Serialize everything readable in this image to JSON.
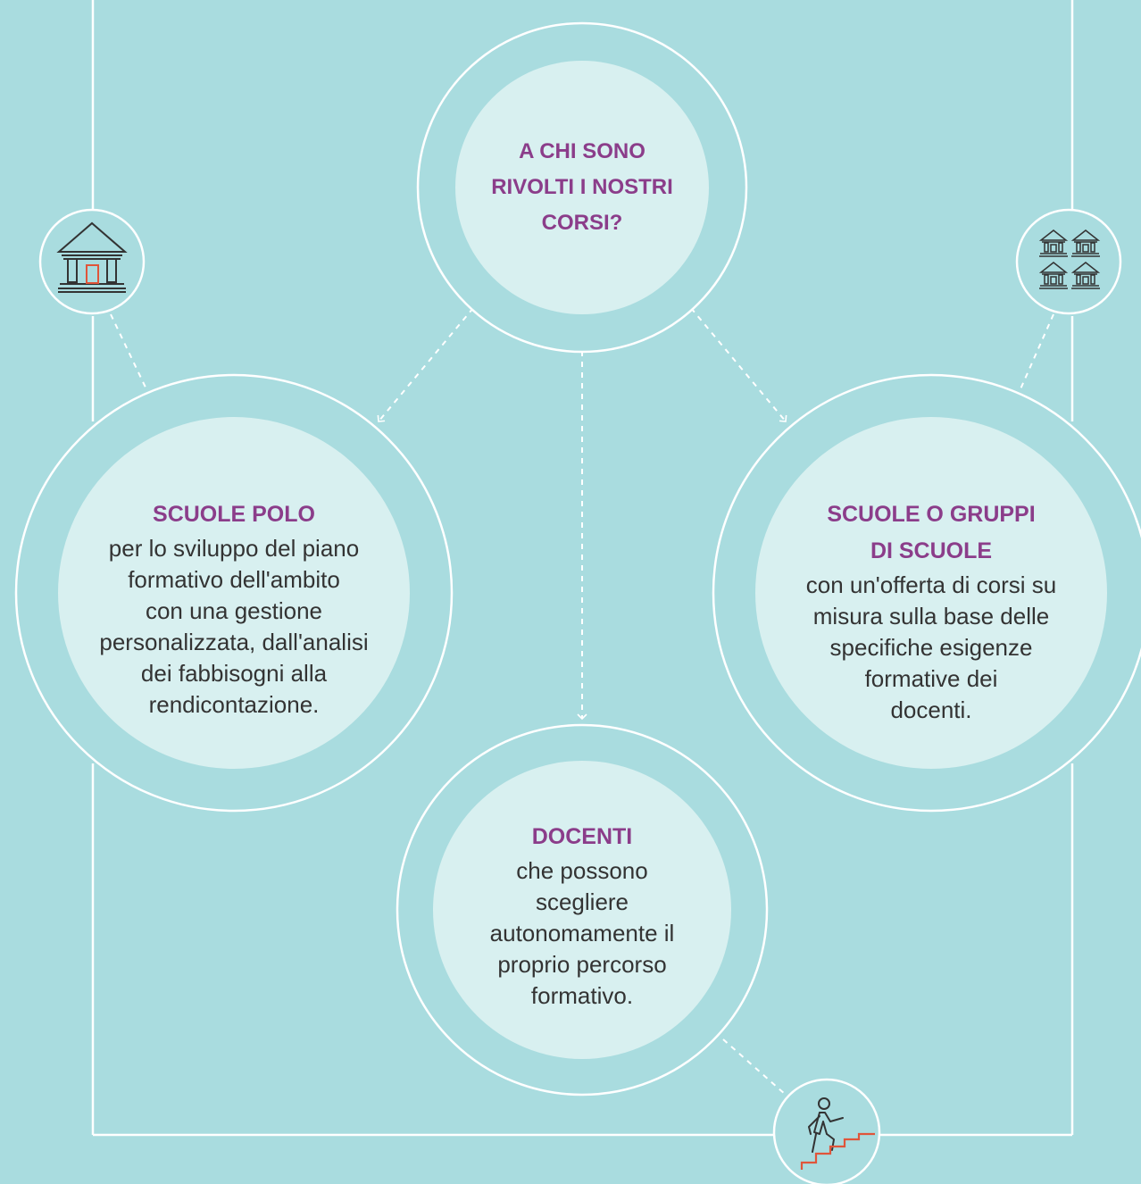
{
  "colors": {
    "background": "#a9dcdf",
    "circle_fill": "#d8f0f0",
    "line": "#ffffff",
    "title": "#8b3d8a",
    "text": "#333333",
    "icon_stroke": "#333333",
    "icon_accent": "#e0553a"
  },
  "central": {
    "title": "A CHI SONO\nRIVOLTI I NOSTRI\nCORSI?"
  },
  "nodes": [
    {
      "id": "scuole-polo",
      "title": "SCUOLE POLO",
      "body": "per lo sviluppo del piano\nformativo dell'ambito\ncon una gestione\npersonalizzata, dall'analisi\ndei fabbisogni alla\nrendicontazione.",
      "icon": "school-building-icon"
    },
    {
      "id": "scuole-gruppi",
      "title": "SCUOLE O GRUPPI\nDI SCUOLE",
      "body": "con un'offerta di corsi su\nmisura sulla base delle\nspecifiche esigenze\nformative dei\ndocenti.",
      "icon": "school-group-icon"
    },
    {
      "id": "docenti",
      "title": "DOCENTI",
      "body": "che possono\nscegliere\nautonomamente il\nproprio percorso\nformativo.",
      "icon": "person-climbing-stairs-icon"
    }
  ]
}
